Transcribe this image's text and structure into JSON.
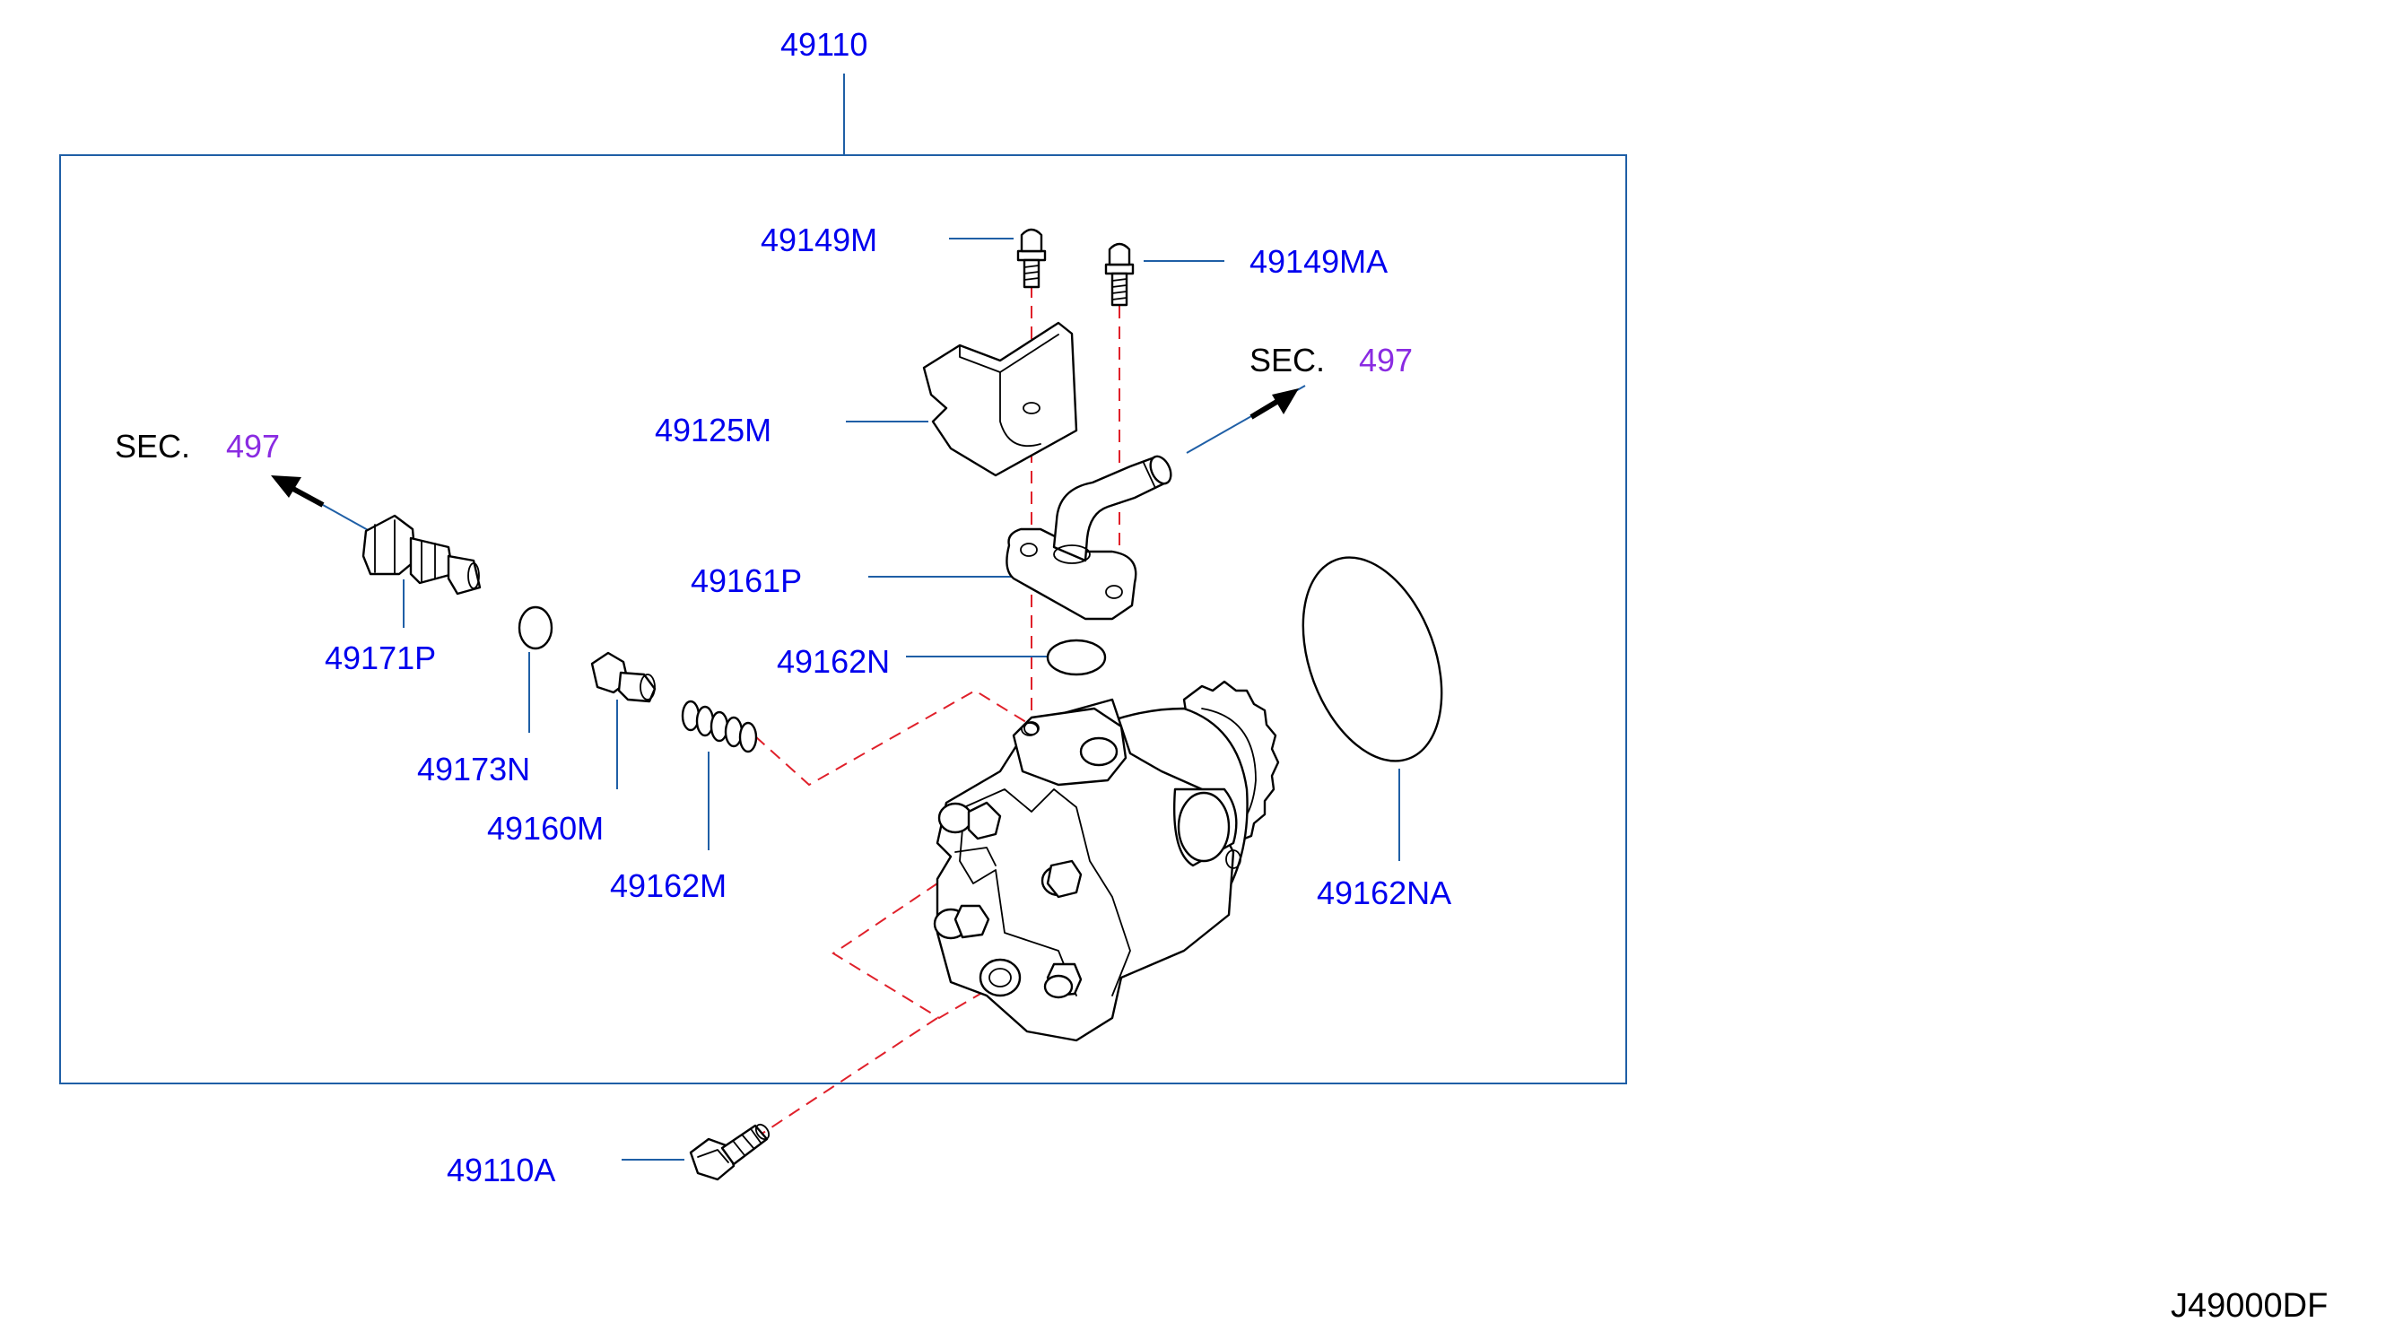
{
  "labels": {
    "assembly": "49110",
    "bolt_m": "49149M",
    "bolt_ma": "49149MA",
    "bracket": "49125M",
    "connector": "49161P",
    "oring_n": "49162N",
    "valve_plug": "49171P",
    "oring_173n": "49173N",
    "valve": "49160M",
    "spring": "49162M",
    "oring_na": "49162NA",
    "bolt_a": "49110A"
  },
  "sec_refs": {
    "left_prefix": "SEC.",
    "left_number": "497",
    "right_prefix": "SEC.",
    "right_number": "497"
  },
  "diagram_ref": "J49000DF",
  "colors": {
    "part_label": "#0000ee",
    "sec_number": "#8a2be2",
    "leader_line": "#1f5fa6",
    "dashed_line": "#e0202a",
    "frame": "#1f5fa6"
  }
}
